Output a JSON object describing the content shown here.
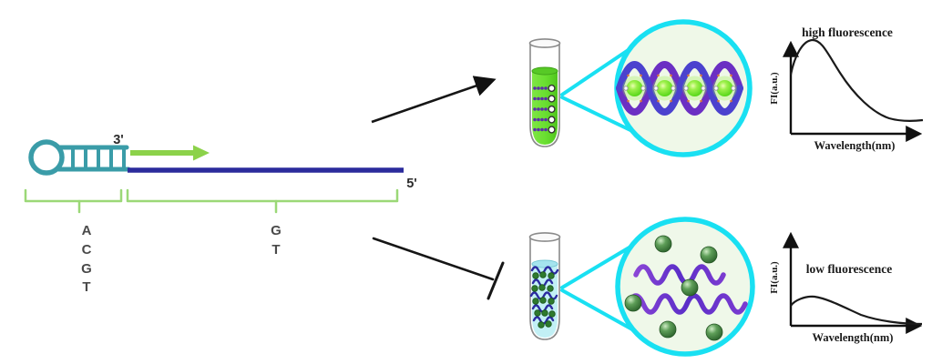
{
  "figure": {
    "probe": {
      "three_prime_label": "3'",
      "five_prime_label": "5'",
      "hairpin_bases": [
        "A",
        "C",
        "G",
        "T"
      ],
      "target_bases": [
        "G",
        "T"
      ]
    },
    "high_state": {
      "title": "high fluorescence",
      "y_axis": "FI(a.u.)",
      "x_axis": "Wavelength(nm)"
    },
    "low_state": {
      "title": "low fluorescence",
      "y_axis": "FI(a.u.)",
      "x_axis": "Wavelength(nm)"
    },
    "icons": {
      "hairpin_probe": "stem-loop-probe",
      "primer_arrow": "green-extension-arrow",
      "reaction_arrow": "diagonal-arrow",
      "inhibition_line": "blunt-t-bar-line",
      "tube_high": "tube-green-dsdna",
      "tube_low": "tube-cyan-ssdna",
      "magnifier_high": "zoom-circle-double-helix-with-dye",
      "magnifier_low": "zoom-circle-free-strands-and-nanoparticles"
    },
    "colors": {
      "hairpin_teal": "#3A9CA8",
      "template_blue": "#2B2B9C",
      "primer_green": "#8CD24A",
      "bracket_green": "#9BD877",
      "magnifier_cyan": "#19E0F2",
      "magnifier_fill": "#EFF8E8",
      "liquid_green": "#68DE2F",
      "liquid_cyan": "#C2F0F5",
      "helix_blue": "#4B42CE",
      "helix_purple": "#6B2FC3",
      "dye_glow_green": "#9CF04A",
      "nanoparticle_green": "#3C8440",
      "wave_purple": "#7A3BD0",
      "axis_black": "#111111"
    }
  },
  "chart_data": [
    {
      "type": "line",
      "title": "high fluorescence",
      "xlabel": "Wavelength(nm)",
      "ylabel": "FI(a.u.)",
      "legend": [],
      "grid": false,
      "x": [
        0,
        0.06,
        0.17,
        0.25,
        0.38,
        0.55,
        0.72,
        0.85,
        1.0
      ],
      "y": [
        0.65,
        0.88,
        1.0,
        0.95,
        0.68,
        0.35,
        0.17,
        0.15,
        0.15
      ],
      "ylim": [
        0,
        1.1
      ],
      "note": "sharp emission peak near short wavelength, decaying tail"
    },
    {
      "type": "line",
      "title": "low fluorescence",
      "xlabel": "Wavelength(nm)",
      "ylabel": "FI(a.u.)",
      "legend": [],
      "grid": false,
      "x": [
        0,
        0.1,
        0.2,
        0.35,
        0.55,
        0.75,
        0.9,
        1.0
      ],
      "y": [
        0.21,
        0.29,
        0.31,
        0.24,
        0.12,
        0.05,
        0.02,
        0.02
      ],
      "ylim": [
        0,
        1.1
      ],
      "note": "low broad hump, nearly flat tail"
    }
  ]
}
